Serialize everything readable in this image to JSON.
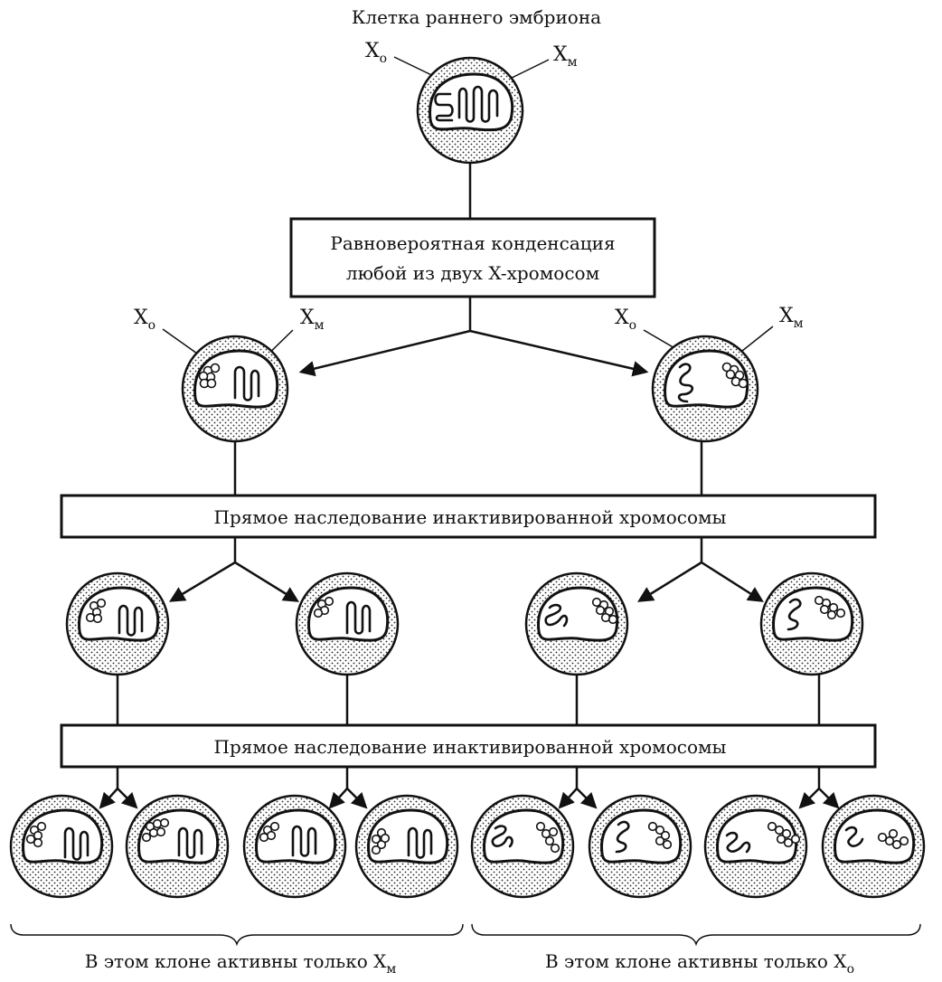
{
  "title": "Клетка раннего эмбриона",
  "labels": {
    "xo_base": "X",
    "xo_sub": "о",
    "xm_base": "X",
    "xm_sub": "м"
  },
  "boxes": {
    "condensation_line1": "Равновероятная конденсация",
    "condensation_line2": "любой из двух X-хромосом",
    "inheritance_1": "Прямое наследование инактивированной хромосомы",
    "inheritance_2": "Прямое наследование инактивированной хромосомы"
  },
  "clones": {
    "left_text": "В этом клоне активны только X",
    "left_sub": "м",
    "right_text": "В этом клоне активны только X",
    "right_sub": "о"
  }
}
